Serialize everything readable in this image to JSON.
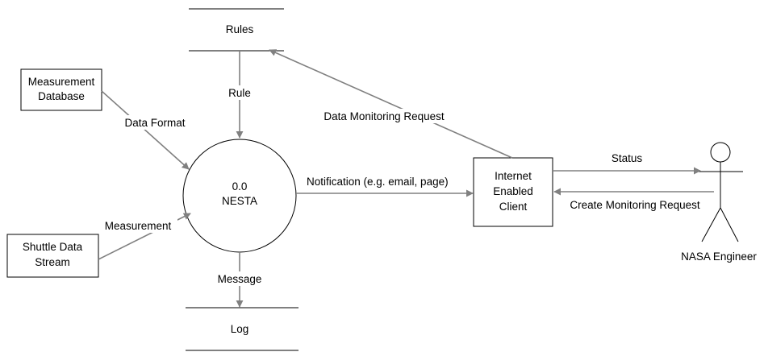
{
  "diagram": {
    "process": {
      "number": "0.0",
      "name": "NESTA"
    },
    "stores": {
      "rules": "Rules",
      "log": "Log"
    },
    "externals": {
      "measurement_db": [
        "Measurement",
        "Database"
      ],
      "shuttle_stream": [
        "Shuttle Data",
        "Stream"
      ],
      "client": [
        "Internet",
        "Enabled",
        "Client"
      ]
    },
    "actor": "NASA Engineer",
    "flows": {
      "rule": "Rule",
      "data_format": "Data Format",
      "measurement": "Measurement",
      "message": "Message",
      "notification": "Notification (e.g. email, page)",
      "data_monitoring_request": "Data Monitoring Request",
      "status": "Status",
      "create_monitoring_request": "Create Monitoring Request"
    },
    "colors": {
      "flow_line": "#808080",
      "outline": "#000000",
      "background": "#ffffff"
    }
  }
}
